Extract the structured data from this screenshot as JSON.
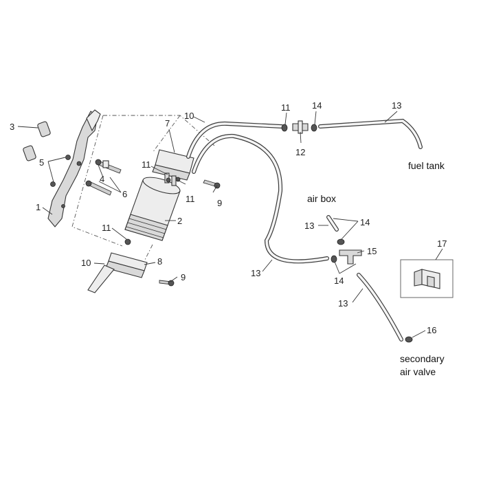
{
  "callouts": {
    "c1": "1",
    "c2": "2",
    "c3": "3",
    "c4": "4",
    "c5": "5",
    "c6": "6",
    "c7": "7",
    "c8": "8",
    "c9a": "9",
    "c9b": "9",
    "c10a": "10",
    "c10b": "10",
    "c11a": "11",
    "c11b": "11",
    "c11c": "11",
    "c11d": "11",
    "c12": "12",
    "c13a": "13",
    "c13b": "13",
    "c13c": "13",
    "c13d": "13",
    "c14a": "14",
    "c14b": "14",
    "c14c": "14",
    "c15": "15",
    "c16": "16",
    "c17": "17"
  },
  "destinations": {
    "fuel_tank": "fuel tank",
    "air_box": "air box",
    "secondary_air_valve_line1": "secondary",
    "secondary_air_valve_line2": "air valve"
  }
}
